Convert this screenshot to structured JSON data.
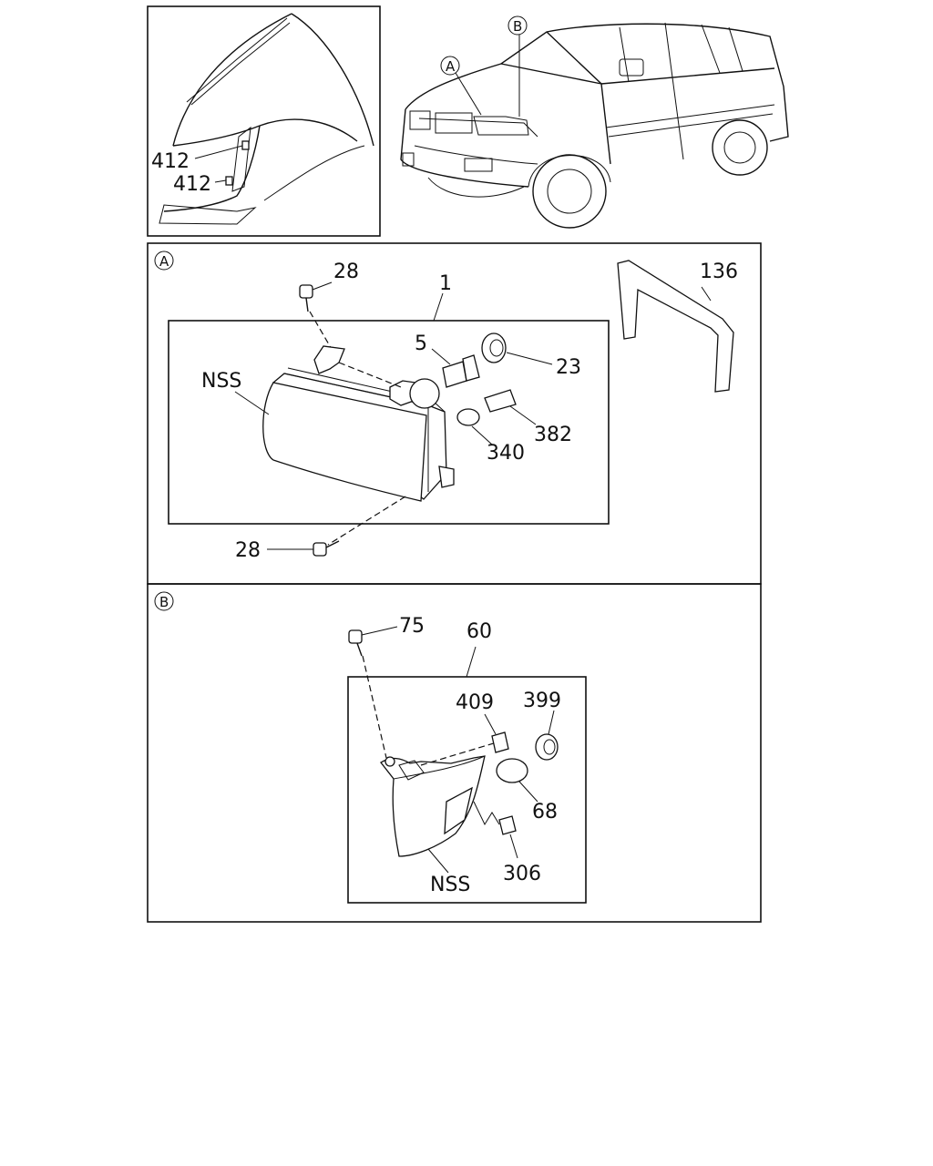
{
  "section_markers": {
    "a": "A",
    "b": "B"
  },
  "callouts": {
    "fender_clip_upper": "412",
    "fender_clip_lower": "412",
    "headlamp_screw_top": "28",
    "headlamp_assembly": "1",
    "headlamp_bulb": "5",
    "bulb_socket": "23",
    "side_marker_socket": "382",
    "side_marker_bulb": "340",
    "headlamp_side_label": "NSS",
    "headlamp_screw_bottom": "28",
    "seal_strip": "136",
    "indicator_screw": "75",
    "indicator_assembly": "60",
    "indicator_clip": "409",
    "indicator_socket": "399",
    "indicator_bulb": "68",
    "indicator_connector": "306",
    "indicator_side_label": "NSS"
  }
}
